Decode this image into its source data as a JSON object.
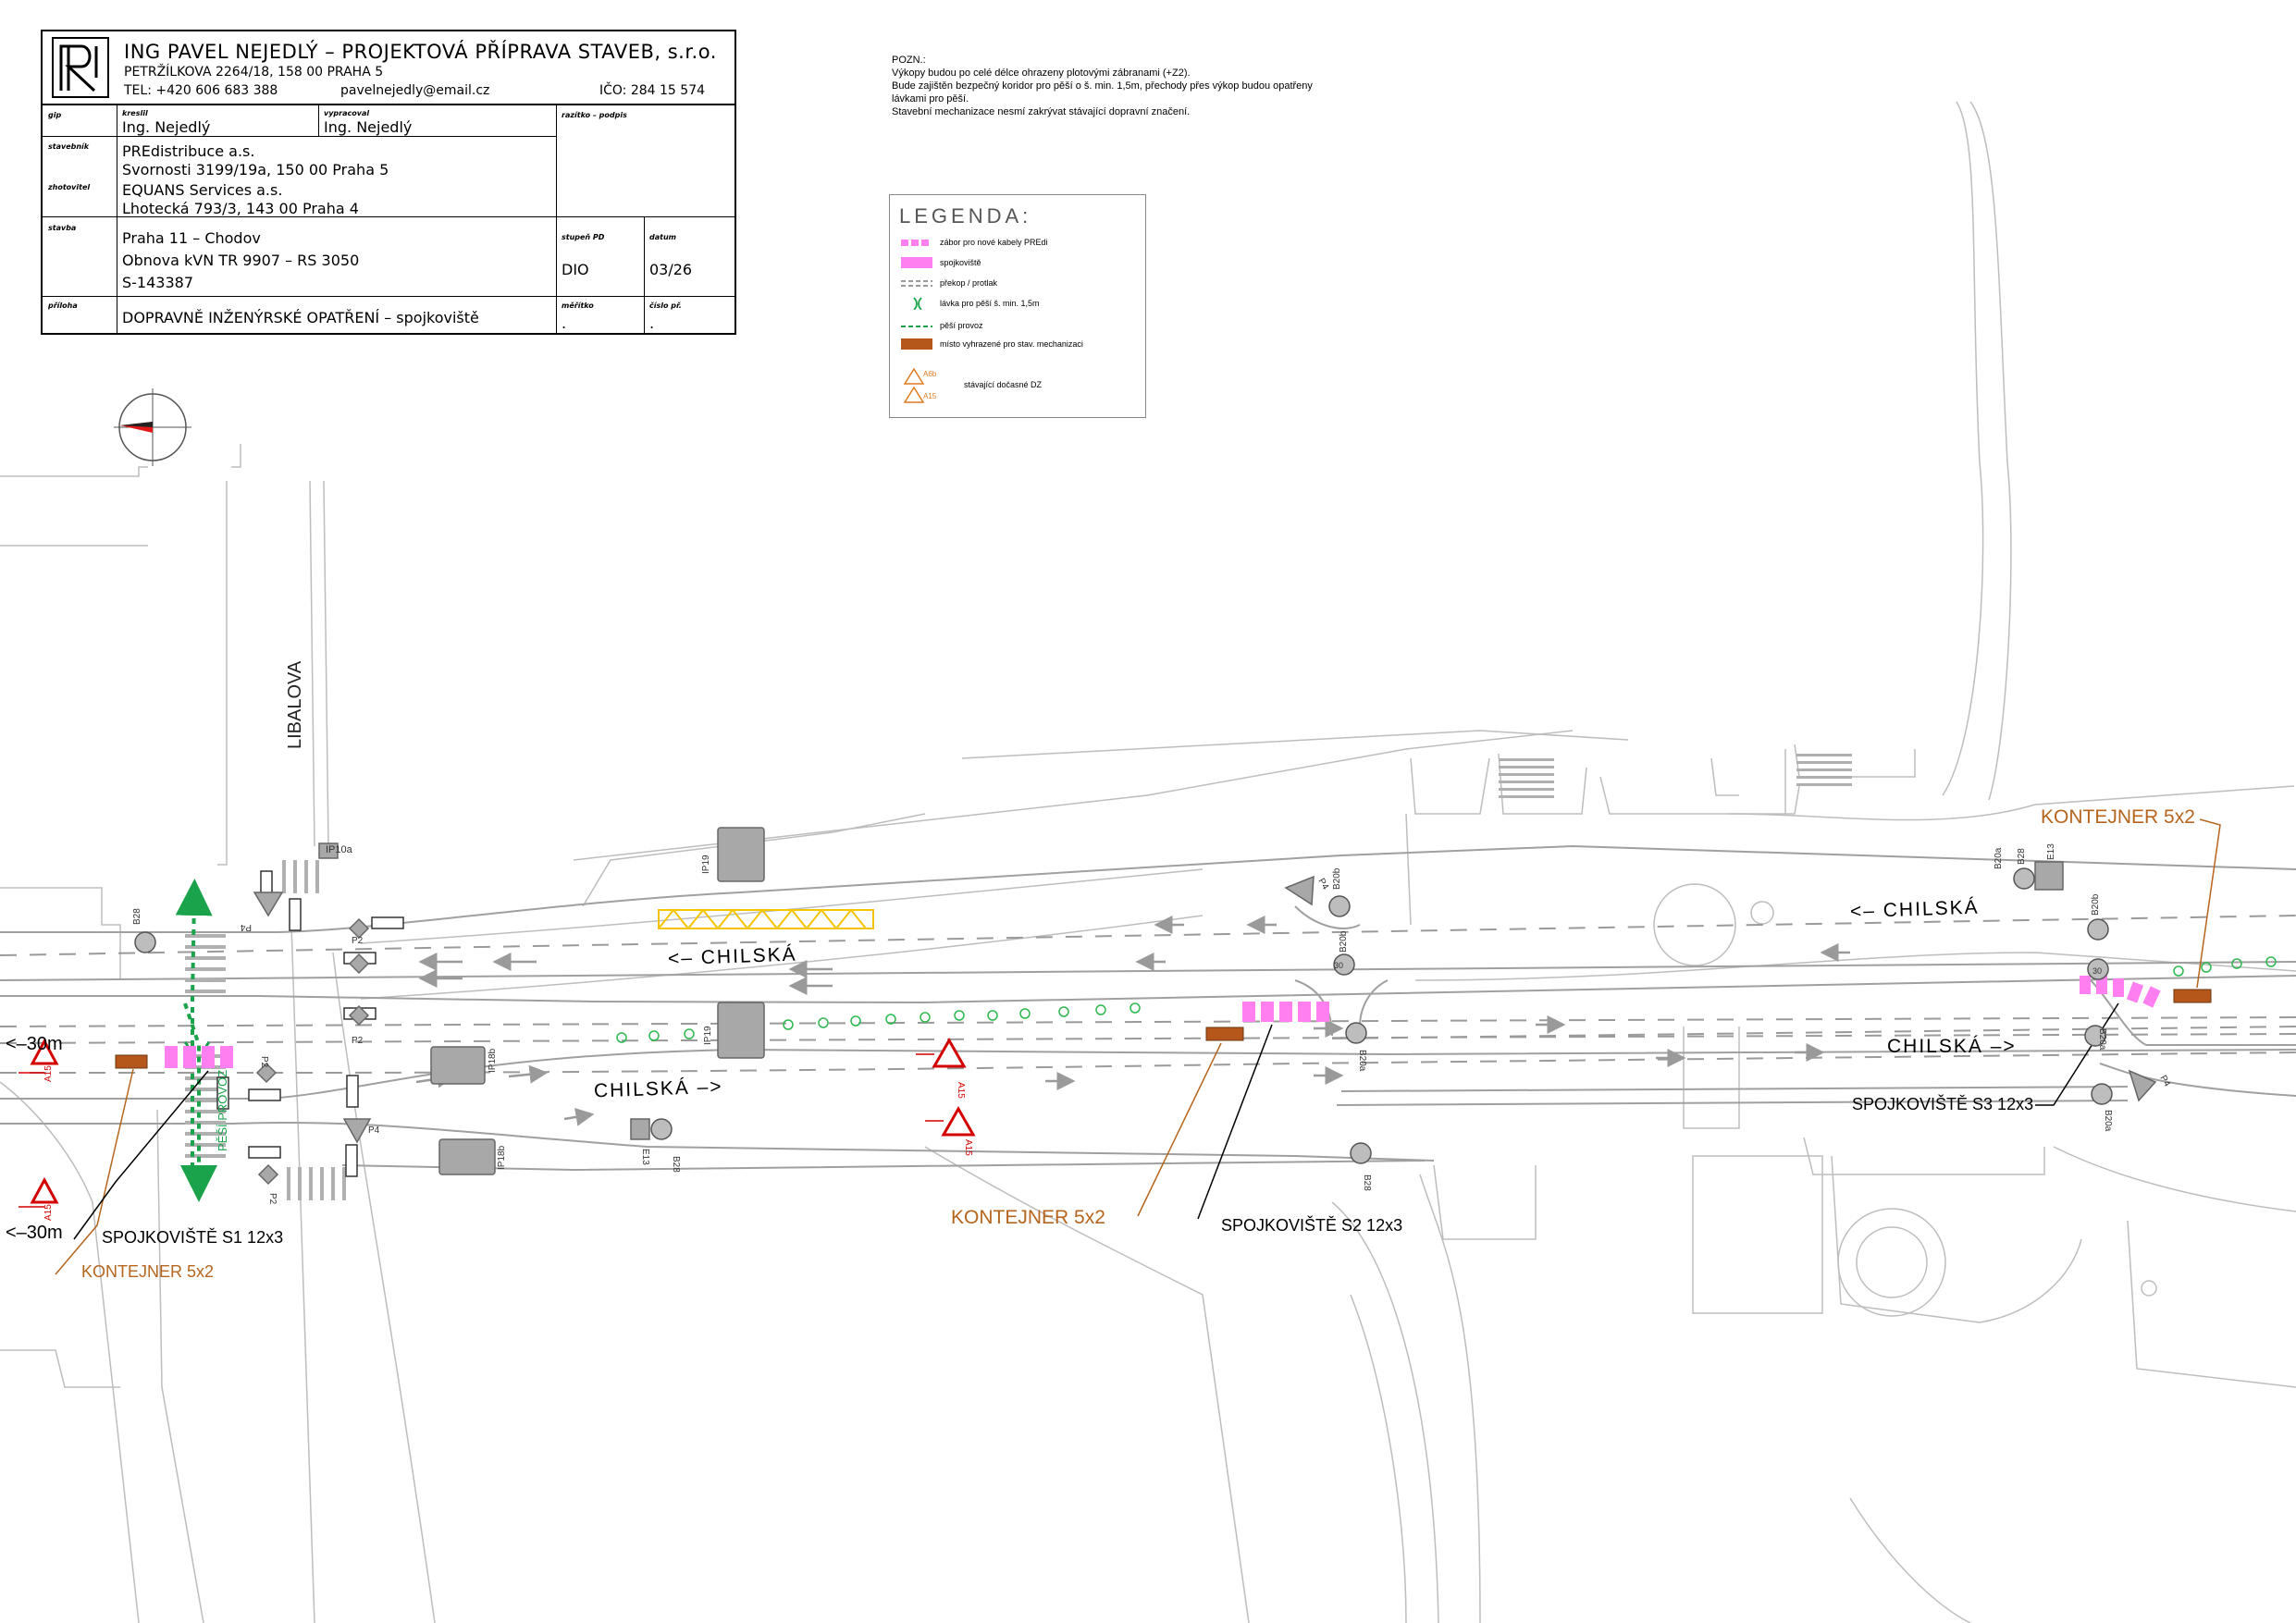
{
  "title_block": {
    "firm": "ING PAVEL NEJEDLÝ – PROJEKTOVÁ PŘÍPRAVA STAVEB, s.r.o.",
    "address": "PETRŽÍLKOVA 2264/18, 158 00 PRAHA 5",
    "tel": "TEL: +420 606 683 388",
    "email": "pavelnejedly@email.cz",
    "ico": "IČO: 284 15 574",
    "label_gip": "gip",
    "label_kreslil": "kreslil",
    "kreslil": "Ing. Nejedlý",
    "label_vypracoval": "vypracoval",
    "vypracoval": "Ing. Nejedlý",
    "label_razitko": "razítko – podpis",
    "label_stavebnik": "stavebník",
    "stavebnik_1": "PREdistribuce a.s.",
    "stavebnik_2": "Svornosti 3199/19a, 150 00 Praha 5",
    "label_zhotovitel": "zhotovitel",
    "zhotovitel_1": "EQUANS Services a.s.",
    "zhotovitel_2": "Lhotecká 793/3, 143 00 Praha 4",
    "label_stavba": "stavba",
    "stavba_1": "Praha 11 – Chodov",
    "stavba_2": "Obnova kVN TR 9907 – RS 3050",
    "stavba_3": "S-143387",
    "label_stupen": "stupeň PD",
    "stupen": "DIO",
    "label_datum": "datum",
    "datum": "03/26",
    "label_priloha": "příloha",
    "priloha": "DOPRAVNĚ INŽENÝRSKÉ OPATŘENÍ – spojkoviště",
    "label_meritko": "měřítko",
    "meritko": ".",
    "label_cislo": "číslo př.",
    "cislo": "."
  },
  "note": {
    "heading": "POZN.:",
    "line_1": "Výkopy budou po celé délce ohrazeny plotovými zábranami (+Z2).",
    "line_2": "Bude zajištěn bezpečný koridor pro pěší o š. min. 1,5m, přechody přes výkop budou opatřeny",
    "line_3": "lávkami pro pěší.",
    "line_4": "Stavební mechanizace nesmí zakrývat stávající dopravní značení."
  },
  "legend": {
    "title": "LEGENDA:",
    "item_1": "zábor pro nové kabely PREdi",
    "item_2": "spojkoviště",
    "item_3": "překop / protlak",
    "item_4": "lávka pro pěší š. min. 1,5m",
    "item_5": "pěší provoz",
    "item_6": "místo vyhrazené pro stav. mechanizaci",
    "item_7": "stávající dočasné DZ",
    "sign_a6b": "A6b",
    "sign_a15": "A15"
  },
  "map": {
    "street_libalova": "LIBALOVA",
    "street_chilska_1": "<– CHILSKÁ",
    "street_chilska_2": "CHILSKÁ –>",
    "street_chilska_3": "<– CHILSKÁ",
    "street_chilska_4": "CHILSKÁ –>",
    "pesi_provoz": "PĚŠÍ PROVOZ",
    "dist_top": "<–30m",
    "dist_bottom": "<–30m",
    "s1": "SPOJKOVIŠTĚ S1 12x3",
    "s2": "SPOJKOVIŠTĚ S2 12x3",
    "s3": "SPOJKOVIŠTĚ S3 12x3",
    "kont_1": "KONTEJNER 5x2",
    "kont_2": "KONTEJNER 5x2",
    "kont_3": "KONTEJNER 5x2",
    "sign_ip10a": "IP10a",
    "sign_ip19a": "IP19",
    "sign_ip19b": "IP19",
    "sign_ip18b": "IP18b",
    "sign_ip18b_2": "IP18b",
    "sign_p2a": "P2",
    "sign_p2b": "P2",
    "sign_p2c": "P2",
    "sign_p2d": "P2",
    "sign_p4a": "P4",
    "sign_p4b": "P4",
    "sign_p4c": "P4",
    "sign_p4d": "P4",
    "sign_b28a": "B28",
    "sign_b28b": "B28",
    "sign_b28c": "B28",
    "sign_b28d": "B28",
    "sign_e13a": "E13",
    "sign_e13b": "E13",
    "sign_b20a": "B20a",
    "sign_b20b": "B20b",
    "sign_b20c": "B20b",
    "sign_b20d": "B20a",
    "sign_b20e": "B20b",
    "sign_b20f": "B20a",
    "sign_b20g": "B20b",
    "sign_b20h": "B20a",
    "sign_a15a": "A15",
    "sign_a15b": "A15",
    "sign_a15c": "A15",
    "sign_a15d": "A15",
    "speed_30": "30"
  },
  "colors": {
    "pink": "#ff7ff0",
    "brown": "#b5571b",
    "green": "#1aa34a",
    "orange_label": "#b5651d",
    "yellow_hatch": "#f5c400",
    "red_sign": "#d40000"
  }
}
